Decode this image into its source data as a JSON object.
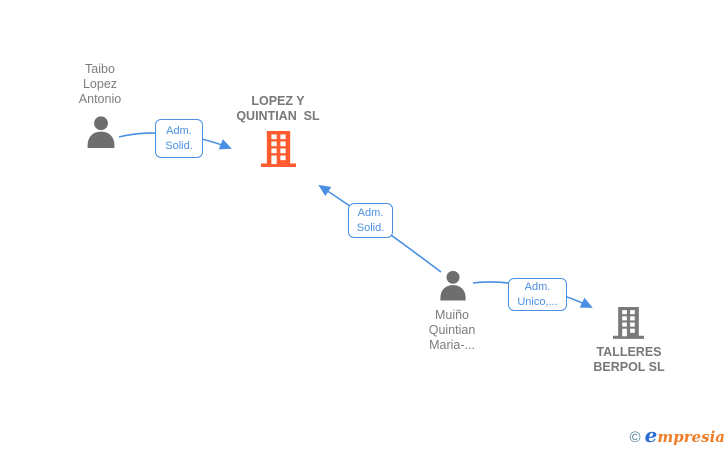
{
  "diagram": {
    "nodes": [
      {
        "id": "person1",
        "type": "person",
        "label": "Taibo\nLopez\nAntonio"
      },
      {
        "id": "company1",
        "type": "company",
        "label": "LOPEZ Y\nQUINTIAN  SL"
      },
      {
        "id": "person2",
        "type": "person",
        "label": "Muiño\nQuintian\nMaria-..."
      },
      {
        "id": "company2",
        "type": "company",
        "label": "TALLERES\nBERPOL SL"
      }
    ],
    "edges": [
      {
        "from": "person1",
        "to": "company1",
        "label": "Adm.\nSolid."
      },
      {
        "from": "person2",
        "to": "company1",
        "label": "Adm.\nSolid."
      },
      {
        "from": "person2",
        "to": "company2",
        "label": "Adm.\nUnico,..."
      }
    ]
  },
  "colors": {
    "arrow_blue": "#4a90e2",
    "building_orange": "#ff5b2e",
    "building_gray": "#7a7a7a",
    "person_gray": "#6e6e6e",
    "label_gray": "#7d7d7d",
    "company_gray": "#787878",
    "wm_teal": "#4d7e92",
    "wm_blue": "#2b6fd6",
    "wm_orange": "#f07d26"
  },
  "watermark": {
    "copyright": "©",
    "brand_initial": "e",
    "brand_rest": "mpresia"
  }
}
